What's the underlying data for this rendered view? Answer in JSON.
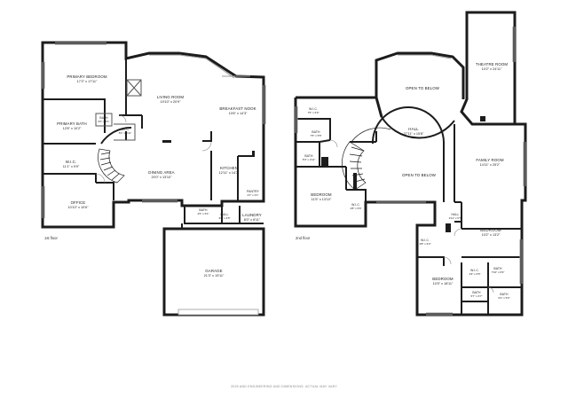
{
  "floors": {
    "first": {
      "label": "1st floor",
      "rooms": {
        "primary_bedroom": {
          "name": "PRIMARY BEDROOM",
          "dim": "17'2\" x 17'11\""
        },
        "primary_bath": {
          "name": "PRIMARY BATH",
          "dim": "12'8\" x 10'2\""
        },
        "bath_a": {
          "name": "BATH",
          "dim": "6'0\" x 5'1\""
        },
        "wic_a": {
          "name": "W.I.C.",
          "dim": "6'1\" x 5'11\""
        },
        "wic_b": {
          "name": "W.I.C.",
          "dim": "11'1\" x 9'9\""
        },
        "office": {
          "name": "OFFICE",
          "dim": "10'10\" x 10'6\""
        },
        "living_room": {
          "name": "LIVING ROOM",
          "dim": "19'10\" x 20'9\""
        },
        "dining_area": {
          "name": "DINING AREA",
          "dim": "20'0\" x 13'10\""
        },
        "breakfast_nook": {
          "name": "BREAKFAST NOOK",
          "dim": "10'6\" x 14'3\""
        },
        "kitchen": {
          "name": "KITCHEN",
          "dim": "12'11\" x 14'7\""
        },
        "pantry": {
          "name": "PANTRY",
          "dim": "4'1\" x 4'1\""
        },
        "bath_b": {
          "name": "BATH",
          "dim": "4'6\" x 6'1\""
        },
        "hall": {
          "name": "HALL",
          "dim": "3'6\" x 4'5\""
        },
        "laundry": {
          "name": "LAUNDRY",
          "dim": "8'0\" x 6'11\""
        },
        "garage": {
          "name": "GARAGE",
          "dim": "21'3\" x 19'11\""
        }
      }
    },
    "second": {
      "label": "2nd floor",
      "rooms": {
        "theatre_room": {
          "name": "THEATRE ROOM",
          "dim": "10'2\" x 24'11\""
        },
        "open_to_below_a": {
          "name": "OPEN TO BELOW",
          "dim": ""
        },
        "open_to_below_b": {
          "name": "OPEN TO BELOW",
          "dim": ""
        },
        "hall_upper": {
          "name": "HALL",
          "dim": "27'11\" x 15'8\""
        },
        "wic_upper": {
          "name": "W.I.C.",
          "dim": "7'5\" x 6'0\""
        },
        "bath_upper": {
          "name": "BATH",
          "dim": "7'5\" x 5'5\""
        },
        "bath_small": {
          "name": "BATH",
          "dim": "5'3\" x 4'11\""
        },
        "bedroom_left": {
          "name": "BEDROOM",
          "dim": "11'5\" x 13'10\""
        },
        "wic_small": {
          "name": "W.I.C.",
          "dim": "4'8\" x 6'6\""
        },
        "family_room": {
          "name": "FAMILY ROOM",
          "dim": "14'11\" x 25'2\""
        },
        "hall_small": {
          "name": "HALL",
          "dim": "4'11\" x 5'7\""
        },
        "bedroom_right": {
          "name": "BEDROOM",
          "dim": "10'2\" x 13'2\""
        },
        "wic_right": {
          "name": "W.I.C.",
          "dim": "4'8\" x 6'4\""
        },
        "bedroom_bottom": {
          "name": "BEDROOM",
          "dim": "10'5\" x 18'11\""
        },
        "wic_tiny": {
          "name": "W.I.C.",
          "dim": "4'9\" x 6'5\""
        },
        "bath_tiny_a": {
          "name": "BATH",
          "dim": "7'10\" x 6'9\""
        },
        "bath_tiny_b": {
          "name": "BATH",
          "dim": "5'7\" x 6'7\""
        },
        "bath_tiny_c": {
          "name": "BATH",
          "dim": "6'2\" x 5'3\""
        }
      }
    }
  },
  "footer": "2025 AND ENGINEERING AND DIMENSIONS. ACTUAL MAY VARY"
}
